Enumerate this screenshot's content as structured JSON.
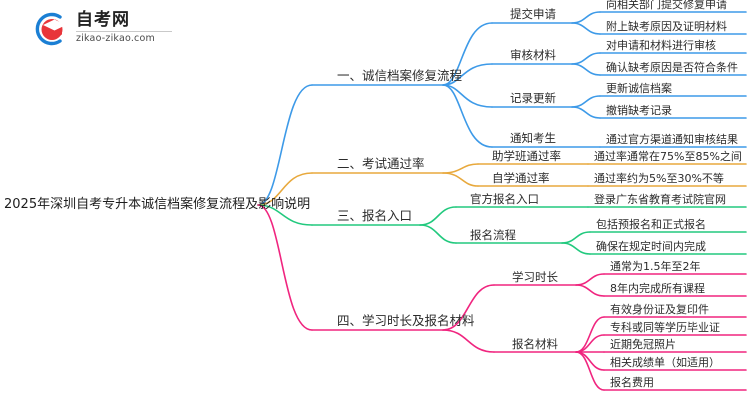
{
  "logo": {
    "name_zh": "自考网",
    "url": "zikao-zikao.com",
    "mark_icon": "graduation-cap-icon",
    "arc_color": "#1b7fd4",
    "cap_color": "#e8353a"
  },
  "mindmap": {
    "root": {
      "label": "2025年深圳自考专升本诚信档案修复流程及影响说明"
    },
    "branches": [
      {
        "label": "一、诚信档案修复流程",
        "color": "#3d9ae8",
        "children": [
          {
            "label": "提交申请",
            "leaves": [
              "向相关部门提交修复申请",
              "附上缺考原因及证明材料"
            ]
          },
          {
            "label": "审核材料",
            "leaves": [
              "对申请和材料进行审核",
              "确认缺考原因是否符合条件"
            ]
          },
          {
            "label": "记录更新",
            "leaves": [
              "更新诚信档案",
              "撤销缺考记录"
            ]
          },
          {
            "label": "通知考生",
            "leaves": [
              "通过官方渠道通知审核结果"
            ]
          }
        ]
      },
      {
        "label": "二、考试通过率",
        "color": "#e8a93d",
        "children": [
          {
            "label": "助学班通过率",
            "leaves": [
              "通过率通常在75%至85%之间"
            ]
          },
          {
            "label": "自学通过率",
            "leaves": [
              "通过率约为5%至30%不等"
            ]
          }
        ]
      },
      {
        "label": "三、报名入口",
        "color": "#22c97e",
        "children": [
          {
            "label": "官方报名入口",
            "leaves": [
              "登录广东省教育考试院官网"
            ]
          },
          {
            "label": "报名流程",
            "leaves": [
              "包括预报名和正式报名",
              "确保在规定时间内完成"
            ]
          }
        ]
      },
      {
        "label": "四、学习时长及报名材料",
        "color": "#f0257f",
        "children": [
          {
            "label": "学习时长",
            "leaves": [
              "通常为1.5年至2年",
              "8年内完成所有课程"
            ]
          },
          {
            "label": "报名材料",
            "leaves": [
              "有效身份证及复印件",
              "专科或同等学历毕业证",
              "近期免冠照片",
              "相关成绩单（如适用）",
              "报名费用"
            ]
          }
        ]
      }
    ]
  }
}
